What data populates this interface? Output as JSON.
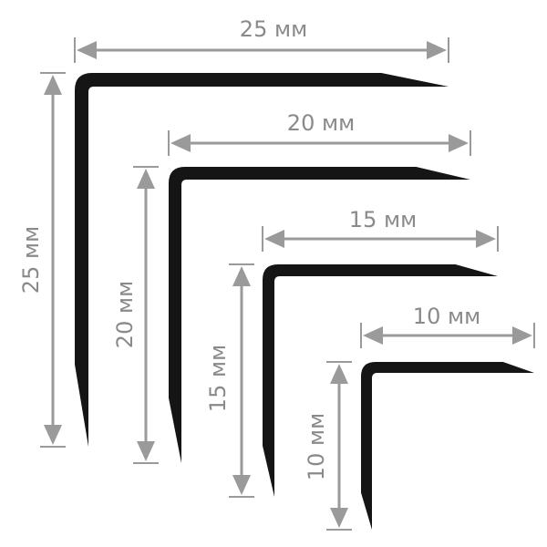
{
  "colors": {
    "profile": "#151515",
    "dimension": "#9a9a9a",
    "label": "#8a8a8a"
  },
  "profiles": [
    {
      "size": 25,
      "width_label": "25 мм",
      "height_label": "25 мм"
    },
    {
      "size": 20,
      "width_label": "20 мм",
      "height_label": "20 мм"
    },
    {
      "size": 15,
      "width_label": "15 мм",
      "height_label": "15 мм"
    },
    {
      "size": 10,
      "width_label": "10 мм",
      "height_label": "10 мм"
    }
  ]
}
